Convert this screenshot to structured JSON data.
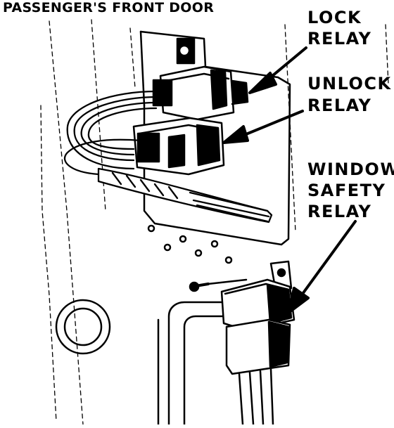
{
  "diagram": {
    "title": "PASSENGER'S FRONT DOOR",
    "labels": {
      "lock_relay": [
        "LOCK",
        "RELAY"
      ],
      "unlock_relay": [
        "UNLOCK",
        "RELAY"
      ],
      "window_safety_relay": [
        "WINDOW",
        "SAFETY",
        "RELAY"
      ]
    }
  }
}
